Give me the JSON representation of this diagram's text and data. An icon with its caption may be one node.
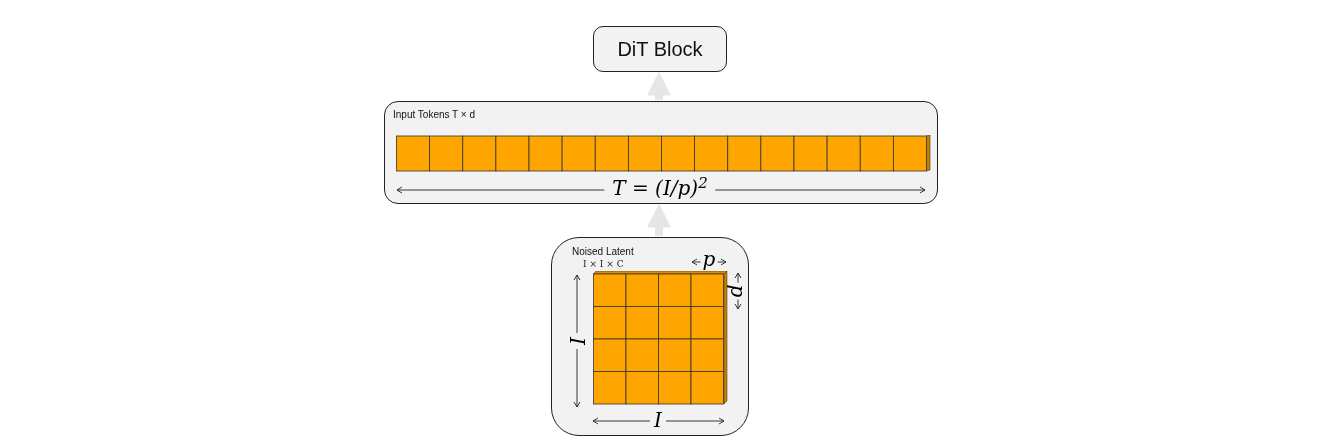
{
  "diagram": {
    "nodes": [
      {
        "text": [
          "DiT Block"
        ]
      },
      {
        "text": [
          "Input Tokens T × d"
        ]
      },
      {
        "text": [
          "Noised Latent",
          "I × I × C"
        ]
      }
    ],
    "edges": [
      {
        "from": 2,
        "to": 1,
        "arrow": "to"
      },
      {
        "from": 1,
        "to": 0,
        "arrow": "to"
      }
    ],
    "labels": [
      "T = (I/p)$^{2}$",
      "p",
      "p",
      "I",
      "I"
    ]
  }
}
